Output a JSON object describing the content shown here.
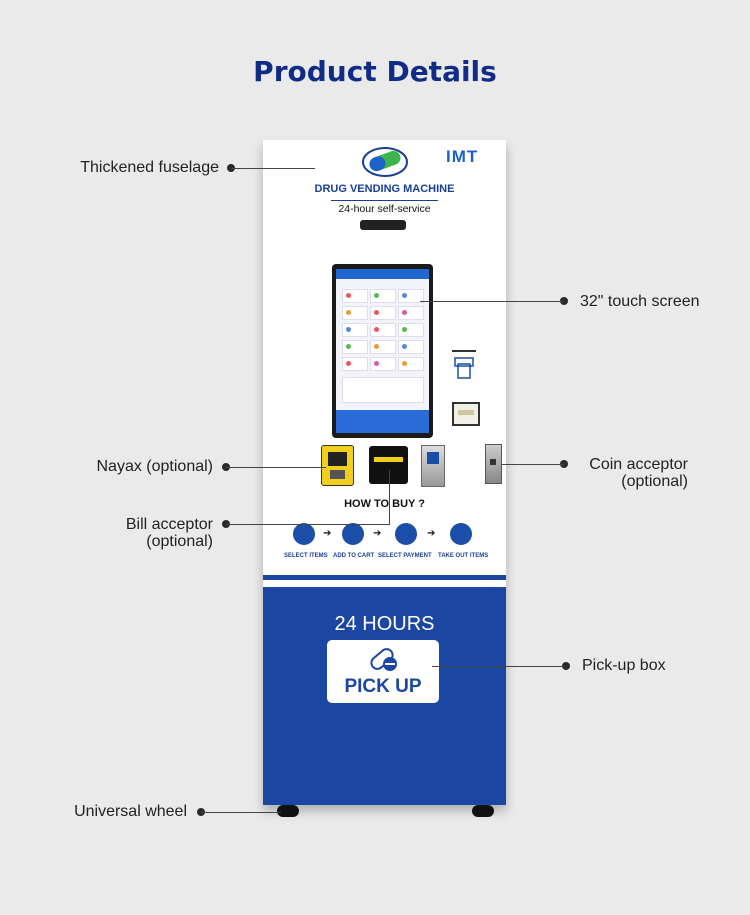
{
  "page": {
    "title": "Product Details"
  },
  "labels": {
    "fuselage": "Thickened fuselage",
    "touch_screen": "32\" touch screen",
    "nayax": "Nayax (optional)",
    "coin_line1": "Coin acceptor",
    "coin_line2": "(optional)",
    "bill_line1": "Bill acceptor",
    "bill_line2": "(optional)",
    "pickup_box": "Pick-up box",
    "wheel": "Universal wheel"
  },
  "machine": {
    "brand_logo": "IMT",
    "title": "DRUG VENDING MACHINE",
    "subtitle": "24-hour self-service",
    "how_to_buy": "HOW TO BUY ?",
    "steps": [
      "SELECT ITEMS",
      "ADD TO CART",
      "SELECT PAYMENT",
      "TAKE OUT ITEMS"
    ],
    "hours": "24 HOURS",
    "pickup": "PICK UP"
  },
  "colors": {
    "title": "#102c86",
    "panel": "#1b47a3",
    "background": "#eaeaea"
  }
}
